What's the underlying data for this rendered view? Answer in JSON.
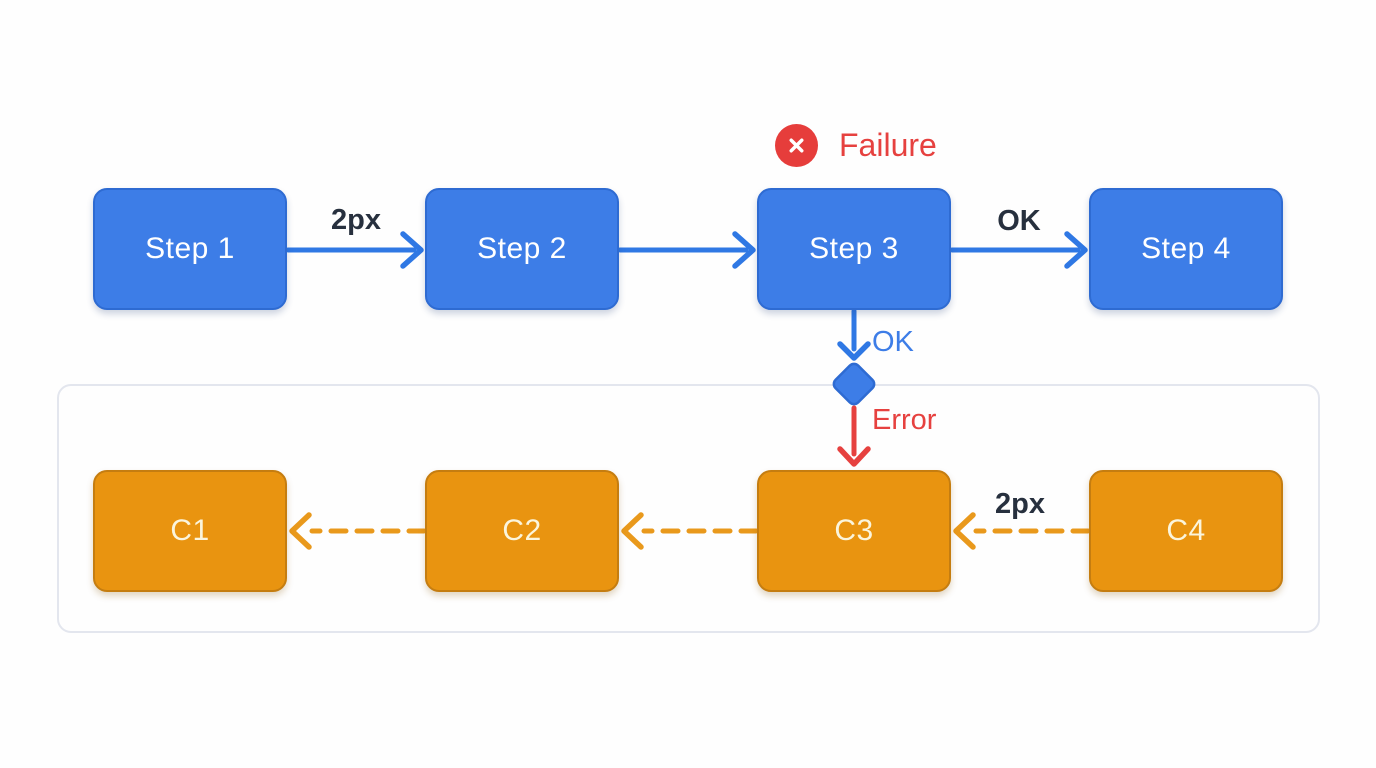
{
  "diagram": {
    "failure_badge": {
      "label": "Failure",
      "icon": "x-circle-icon"
    },
    "steps": [
      {
        "label": "Step 1"
      },
      {
        "label": "Step 2"
      },
      {
        "label": "Step 3"
      },
      {
        "label": "Step 4"
      }
    ],
    "compensations": [
      {
        "label": "C1"
      },
      {
        "label": "C2"
      },
      {
        "label": "C3"
      },
      {
        "label": "C4"
      }
    ],
    "edge_labels": {
      "step1_to_step2": "2px",
      "step3_to_step4": "OK",
      "step3_down": "OK",
      "gateway_error": "Error",
      "c4_to_c3": "2px"
    },
    "colors": {
      "node_blue": "#3d7de7",
      "node_blue_border": "#2e6bd2",
      "node_orange": "#e99410",
      "node_orange_border": "#c57d10",
      "arrow_blue": "#2f78e4",
      "arrow_orange": "#e9991c",
      "status_red": "#e6413f",
      "label_dark": "#27303e",
      "container_border": "#e3e6ee",
      "background": "#fefefe"
    }
  }
}
